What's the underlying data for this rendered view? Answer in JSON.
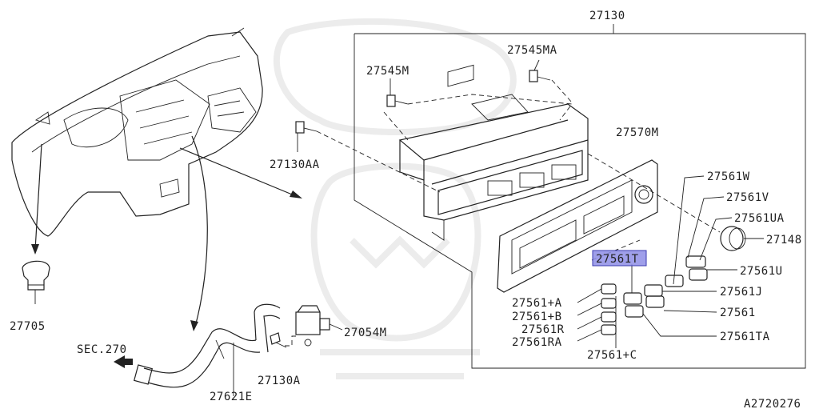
{
  "diagram": {
    "assembly_label": "27130",
    "part_labels": {
      "p27545M": "27545M",
      "p27545MA": "27545MA",
      "p27130AA": "27130AA",
      "p27570M": "27570M",
      "p27561W": "27561W",
      "p27561V": "27561V",
      "p27561UA": "27561UA",
      "p27148": "27148",
      "p27561T": "27561T",
      "p27561U": "27561U",
      "p27561J": "27561J",
      "p27561": "27561",
      "p27561TA": "27561TA",
      "p27561pA": "27561+A",
      "p27561pB": "27561+B",
      "p27561R": "27561R",
      "p27561RA": "27561RA",
      "p27561pC": "27561+C",
      "p27705": "27705",
      "p27054M": "27054M",
      "p27130A": "27130A",
      "p27621E": "27621E"
    },
    "section_ref": "SEC.270",
    "diagram_code": "A2720276",
    "highlight_color": "#8e8ee6"
  }
}
